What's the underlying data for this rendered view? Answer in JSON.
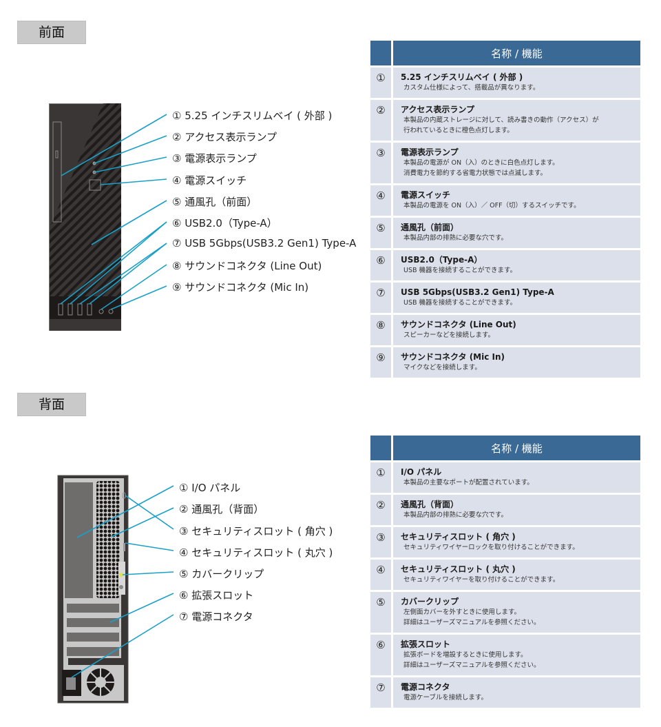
{
  "front": {
    "section_label": "前面",
    "callouts": [
      "① 5.25 インチスリムベイ ( 外部 )",
      "② アクセス表示ランプ",
      "③ 電源表示ランプ",
      "④ 電源スイッチ",
      "⑤ 通風孔（前面）",
      "⑥ USB2.0（Type-A）",
      "⑦ USB 5Gbps(USB3.2 Gen1) Type-A",
      "⑧ サウンドコネクタ (Line Out)",
      "⑨ サウンドコネクタ (Mic In)"
    ],
    "table": {
      "header": "名称 / 機能",
      "rows": [
        {
          "num": "①",
          "title": "5.25 インチスリムベイ ( 外部 )",
          "desc": "カスタム仕様によって、搭載品が異なります。"
        },
        {
          "num": "②",
          "title": "アクセス表示ランプ",
          "desc": "本製品の内蔵ストレージに対して、読み書きの動作（アクセス）が\n行われているときに橙色点灯します。"
        },
        {
          "num": "③",
          "title": "電源表示ランプ",
          "desc": "本製品の電源が ON（入）のときに白色点灯します。\n消費電力を節約する省電力状態では点滅します。"
        },
        {
          "num": "④",
          "title": "電源スイッチ",
          "desc": "本製品の電源を ON（入）／ OFF（切）するスイッチです。"
        },
        {
          "num": "⑤",
          "title": "通風孔（前面）",
          "desc": "本製品内部の排熱に必要な穴です。"
        },
        {
          "num": "⑥",
          "title": "USB2.0（Type-A）",
          "desc": "USB 機器を接続することができます。"
        },
        {
          "num": "⑦",
          "title": "USB 5Gbps(USB3.2 Gen1) Type-A",
          "desc": "USB 機器を接続することができます。"
        },
        {
          "num": "⑧",
          "title": "サウンドコネクタ (Line Out)",
          "desc": "スピーカーなどを接続します。"
        },
        {
          "num": "⑨",
          "title": "サウンドコネクタ (Mic In)",
          "desc": "マイクなどを接続します。"
        }
      ]
    }
  },
  "back": {
    "section_label": "背面",
    "callouts": [
      "① I/O パネル",
      "② 通風孔（背面）",
      "③ セキュリティスロット ( 角穴 )",
      "④ セキュリティスロット ( 丸穴 )",
      "⑤ カバークリップ",
      "⑥ 拡張スロット",
      "⑦ 電源コネクタ"
    ],
    "table": {
      "header": "名称 / 機能",
      "rows": [
        {
          "num": "①",
          "title": "I/O パネル",
          "desc": "本製品の主要なポートが配置されています。"
        },
        {
          "num": "②",
          "title": "通風孔（背面）",
          "desc": "本製品内部の排熱に必要な穴です。"
        },
        {
          "num": "③",
          "title": "セキュリティスロット ( 角穴 )",
          "desc": "セキュリティワイヤーロックを取り付けることができます。"
        },
        {
          "num": "④",
          "title": "セキュリティスロット ( 丸穴 )",
          "desc": "セキュリティワイヤーを取り付けることができます。"
        },
        {
          "num": "⑤",
          "title": "カバークリップ",
          "desc": "左側面カバーを外すときに使用します。\n詳細はユーザーズマニュアルを参照ください。"
        },
        {
          "num": "⑥",
          "title": "拡張スロット",
          "desc": "拡張ボードを増設するときに使用します。\n詳細はユーザーズマニュアルを参照ください。"
        },
        {
          "num": "⑦",
          "title": "電源コネクタ",
          "desc": "電源ケーブルを接続します。"
        }
      ]
    }
  },
  "colors": {
    "header_bg": "#3b6996",
    "row_bg": "#dce0ea",
    "leader_line": "#1aa0c8",
    "case_dark": "#3a3635",
    "label_bg": "#c9c9c9"
  }
}
